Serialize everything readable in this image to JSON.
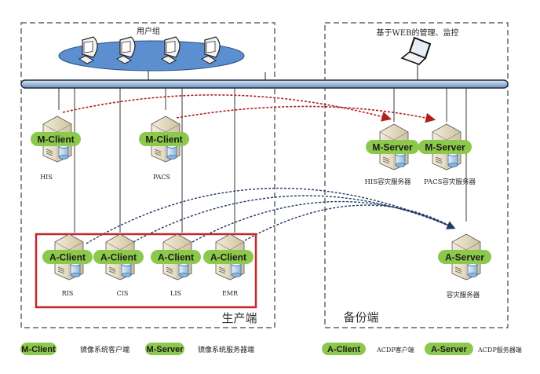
{
  "zones": {
    "user_group": "用户组",
    "web_mgmt": "基于WEB的管理、监控",
    "production": "生产端",
    "backup": "备份端"
  },
  "colors": {
    "badge_green": "#8cc84b",
    "red_box": "#c0282d",
    "red_arrow": "#b01e1e",
    "blue_arrow": "#1f3a64",
    "bus_fill": "#9fbbdc",
    "ellipse_fill": "#5b8fd0"
  },
  "nodes": {
    "his": {
      "badge": "M-Client",
      "label": "HIS"
    },
    "pacs": {
      "badge": "M-Client",
      "label": "PACS"
    },
    "his_dr": {
      "badge": "M-Server",
      "label": "HIS容灾服务器"
    },
    "pacs_dr": {
      "badge": "M-Server",
      "label": "PACS容灾服务器"
    },
    "ris": {
      "badge": "A-Client",
      "label": "RIS"
    },
    "cis": {
      "badge": "A-Client",
      "label": "CIS"
    },
    "lis": {
      "badge": "A-Client",
      "label": "LIS"
    },
    "emr": {
      "badge": "A-Client",
      "label": "EMR"
    },
    "dr_server": {
      "badge": "A-Server",
      "label": "容灾服务器"
    }
  },
  "legend": [
    {
      "badge": "M-Client",
      "text": "镜像系统客户端"
    },
    {
      "badge": "M-Server",
      "text": "镜像系统服务器端"
    },
    {
      "badge": "A-Client",
      "text": "ACDP客户端"
    },
    {
      "badge": "A-Server",
      "text": "ACDP服务器端"
    }
  ]
}
